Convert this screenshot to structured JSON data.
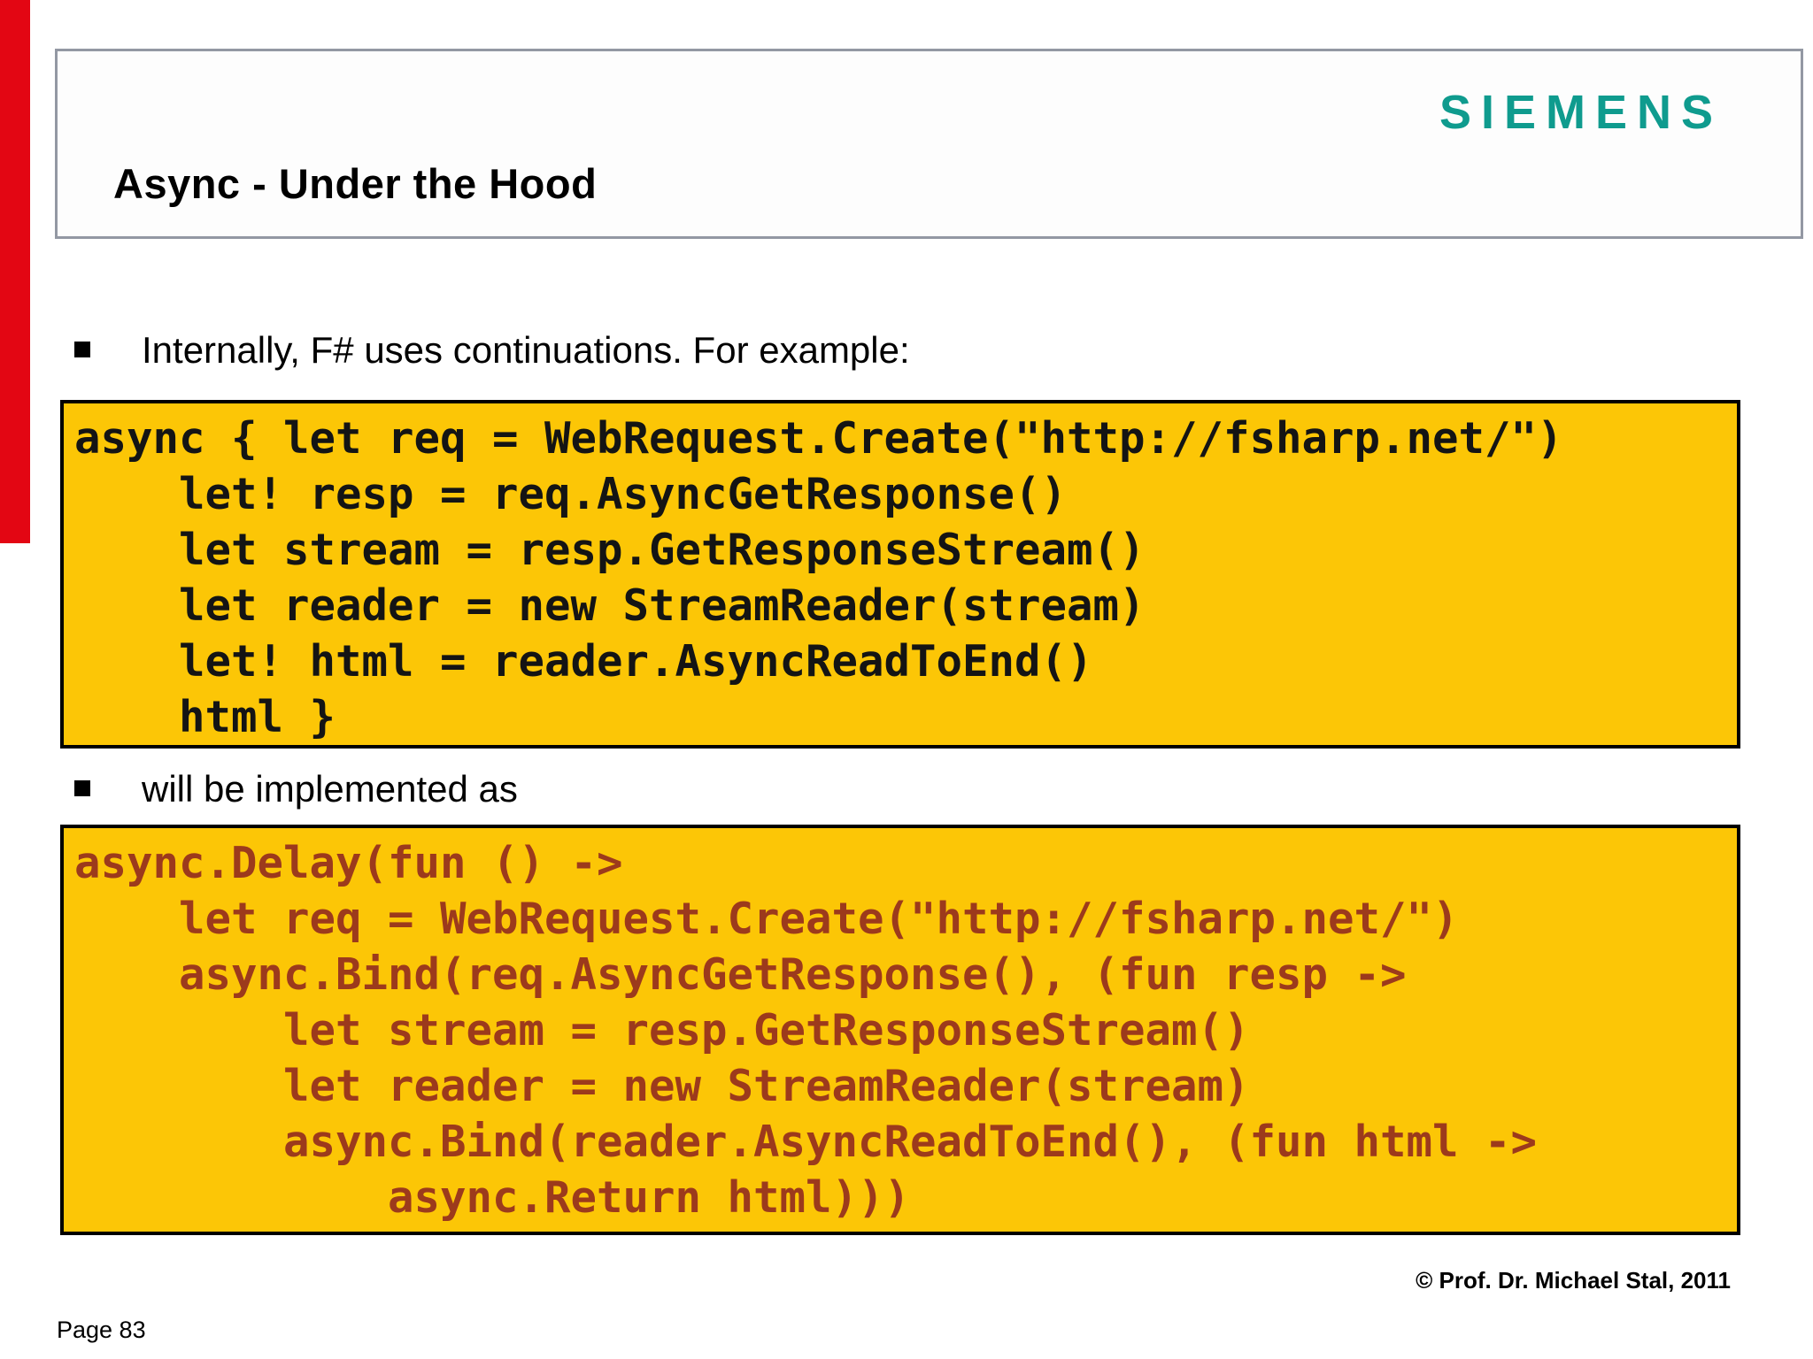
{
  "slide": {
    "title": "Async - Under the Hood",
    "brand": "SIEMENS",
    "bullet1": "Internally, F# uses continuations. For example:",
    "bullet2": "will be implemented as",
    "copyright": "©  Prof. Dr. Michael Stal, 2011",
    "page_label": "Page 83"
  },
  "code_block_1": {
    "language": "fsharp",
    "lines": [
      "async { let req = WebRequest.Create(\"http://fsharp.net/\")",
      "    let! resp = req.AsyncGetResponse()",
      "    let stream = resp.GetResponseStream()",
      "    let reader = new StreamReader(stream)",
      "    let! html = reader.AsyncReadToEnd()",
      "    html }"
    ]
  },
  "code_block_2": {
    "language": "fsharp-continuations",
    "lines": [
      "async.Delay(fun () ->",
      "    let req = WebRequest.Create(\"http://fsharp.net/\")",
      "    async.Bind(req.AsyncGetResponse(), (fun resp ->",
      "        let stream = resp.GetResponseStream()",
      "        let reader = new StreamReader(stream)",
      "        async.Bind(reader.AsyncReadToEnd(), (fun html ->",
      "            async.Return html)))"
    ]
  },
  "colors": {
    "code_background": "#FCC606",
    "code_block_1_text": "#141414",
    "code_block_2_text": "#9C3A1C",
    "brand_teal": "#0F9B8E",
    "accent_red": "#E30613",
    "header_border_gray": "#9398A3"
  }
}
